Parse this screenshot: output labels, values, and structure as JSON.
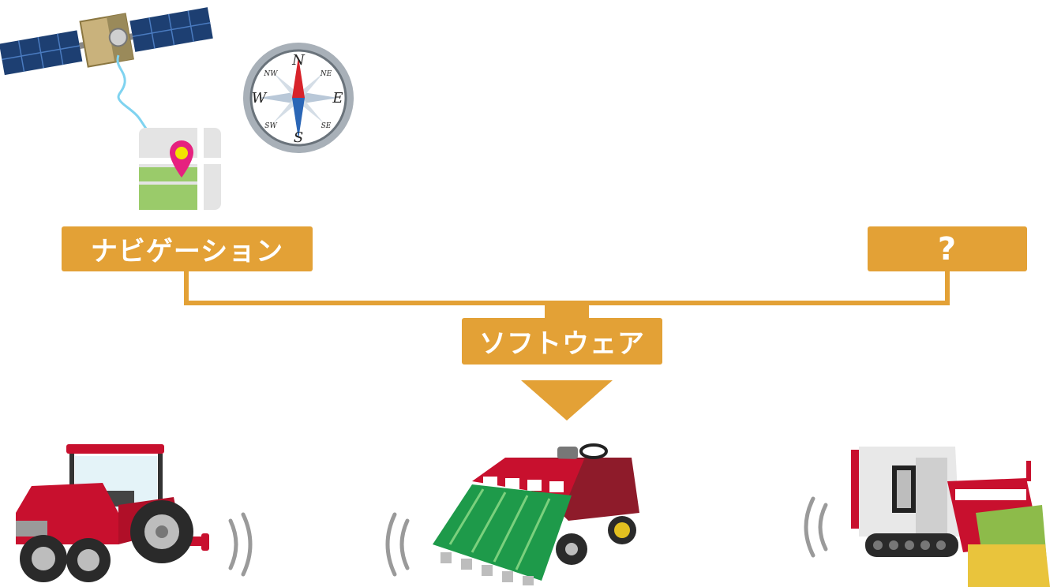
{
  "labels": {
    "navigation": "ナビゲーション",
    "unknown": "?",
    "software": "ソフトウェア"
  },
  "compass": {
    "n": "N",
    "s": "S",
    "e": "E",
    "w": "W",
    "ne": "NE",
    "nw": "NW",
    "se": "SE",
    "sw": "SW"
  },
  "colors": {
    "accent": "#E3A136",
    "signal": "#9a9a9a",
    "pin": "#E6217F",
    "tractor_red": "#C8102E",
    "planter_green": "#1E9A4A"
  },
  "icons": [
    "satellite-icon",
    "map-pin-icon",
    "compass-icon",
    "tractor-icon",
    "rice-planter-icon",
    "combine-harvester-icon",
    "wireless-signal-icon"
  ]
}
